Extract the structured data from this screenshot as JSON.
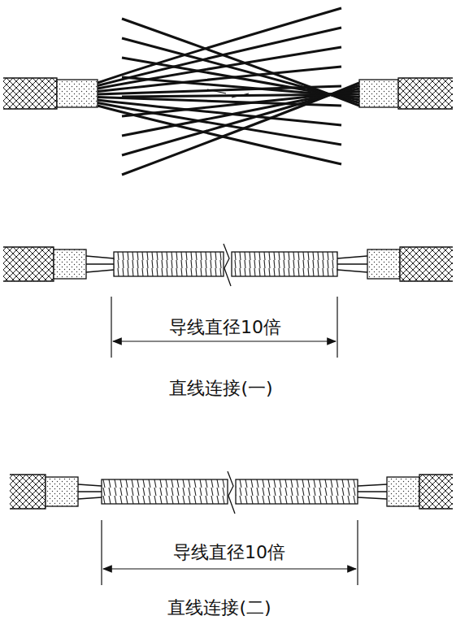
{
  "diagram": {
    "labels": [
      "导线直径10倍",
      "直线连接(一)",
      "导线直径10倍",
      "直线连接(二)"
    ]
  }
}
